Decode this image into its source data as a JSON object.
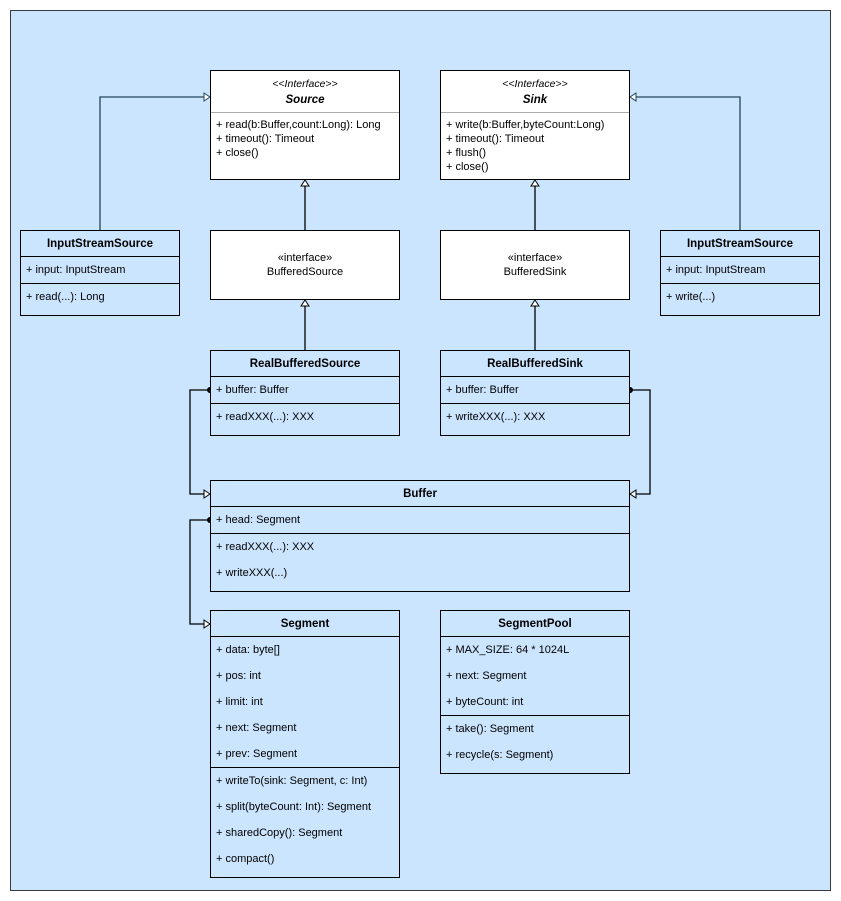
{
  "classes": [
    {
      "id": "source",
      "stereotype": "<<Interface>>",
      "name": "Source",
      "sections": [
        [
          "+ read(b:Buffer,count:Long): Long",
          "+ timeout(): Timeout",
          "+ close()"
        ]
      ]
    },
    {
      "id": "sink",
      "stereotype": "<<Interface>>",
      "name": "Sink",
      "sections": [
        [
          "+ write(b:Buffer,byteCount:Long)",
          "+ timeout(): Timeout",
          "+ flush()",
          "+ close()"
        ]
      ]
    },
    {
      "id": "input-stream-source-left",
      "name": "InputStreamSource",
      "sections": [
        [
          "+ input: InputStream"
        ],
        [
          "+ read(...): Long"
        ]
      ]
    },
    {
      "id": "buffered-source",
      "stereotype": "«interface»",
      "name": "BufferedSource",
      "sections": []
    },
    {
      "id": "buffered-sink",
      "stereotype": "«interface»",
      "name": "BufferedSink",
      "sections": []
    },
    {
      "id": "input-stream-source-right",
      "name": "InputStreamSource",
      "sections": [
        [
          "+ input: InputStream"
        ],
        [
          "+ write(...)"
        ]
      ]
    },
    {
      "id": "real-buffered-source",
      "name": "RealBufferedSource",
      "sections": [
        [
          "+ buffer: Buffer"
        ],
        [
          "+ readXXX(...): XXX"
        ]
      ]
    },
    {
      "id": "real-buffered-sink",
      "name": "RealBufferedSink",
      "sections": [
        [
          "+ buffer: Buffer"
        ],
        [
          "+ writeXXX(...): XXX"
        ]
      ]
    },
    {
      "id": "buffer",
      "name": "Buffer",
      "sections": [
        [
          "+ head: Segment"
        ],
        [
          "+ readXXX(...): XXX",
          "+ writeXXX(...)"
        ]
      ]
    },
    {
      "id": "segment",
      "name": "Segment",
      "sections": [
        [
          "+ data: byte[]",
          "+ pos: int",
          "+ limit: int",
          "+ next: Segment",
          "+ prev: Segment"
        ],
        [
          "+ writeTo(sink: Segment, c: Int)",
          "+ split(byteCount: Int): Segment",
          "+ sharedCopy(): Segment",
          "+ compact()"
        ]
      ]
    },
    {
      "id": "segment-pool",
      "name": "SegmentPool",
      "sections": [
        [
          "+ MAX_SIZE: 64 * 1024L",
          "+ next: Segment",
          "+ byteCount: int"
        ],
        [
          "+ take(): Segment",
          "+ recycle(s: Segment)"
        ]
      ]
    }
  ],
  "relations": [
    {
      "type": "realization",
      "from": "input-stream-source-left",
      "to": "source"
    },
    {
      "type": "realization",
      "from": "input-stream-source-right",
      "to": "sink"
    },
    {
      "type": "generalization",
      "from": "buffered-source",
      "to": "source"
    },
    {
      "type": "generalization",
      "from": "buffered-sink",
      "to": "sink"
    },
    {
      "type": "generalization",
      "from": "real-buffered-source",
      "to": "buffered-source"
    },
    {
      "type": "generalization",
      "from": "real-buffered-sink",
      "to": "buffered-sink"
    },
    {
      "type": "association",
      "from": "real-buffered-source",
      "to": "buffer"
    },
    {
      "type": "association",
      "from": "real-buffered-sink",
      "to": "buffer"
    },
    {
      "type": "association",
      "from": "buffer",
      "to": "segment"
    }
  ],
  "colors": {
    "background": "#cce5ff",
    "box": "#ffffff",
    "line": "#000000",
    "wire_blue": "#23445d"
  }
}
